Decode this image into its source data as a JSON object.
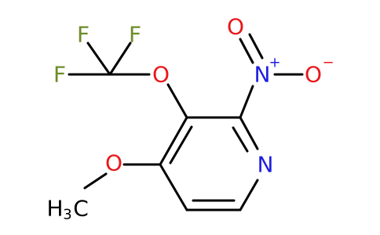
{
  "molecule": {
    "atoms": {
      "F1": "F",
      "F2": "F",
      "F3": "F",
      "O_ether": "O",
      "N_nitro": "N",
      "N_nitro_charge": "+",
      "O_nitro_double": "O",
      "O_nitro_single": "O",
      "O_nitro_single_charge": "−",
      "O_methoxy": "O",
      "N_ring": "N",
      "methyl_H": "H",
      "methyl_sub": "3",
      "methyl_C": "C"
    },
    "colors": {
      "fluorine": "#6e8c2a",
      "oxygen": "#e8181b",
      "nitrogen": "#1e1ee0",
      "carbon_bonds": "#000000"
    }
  }
}
